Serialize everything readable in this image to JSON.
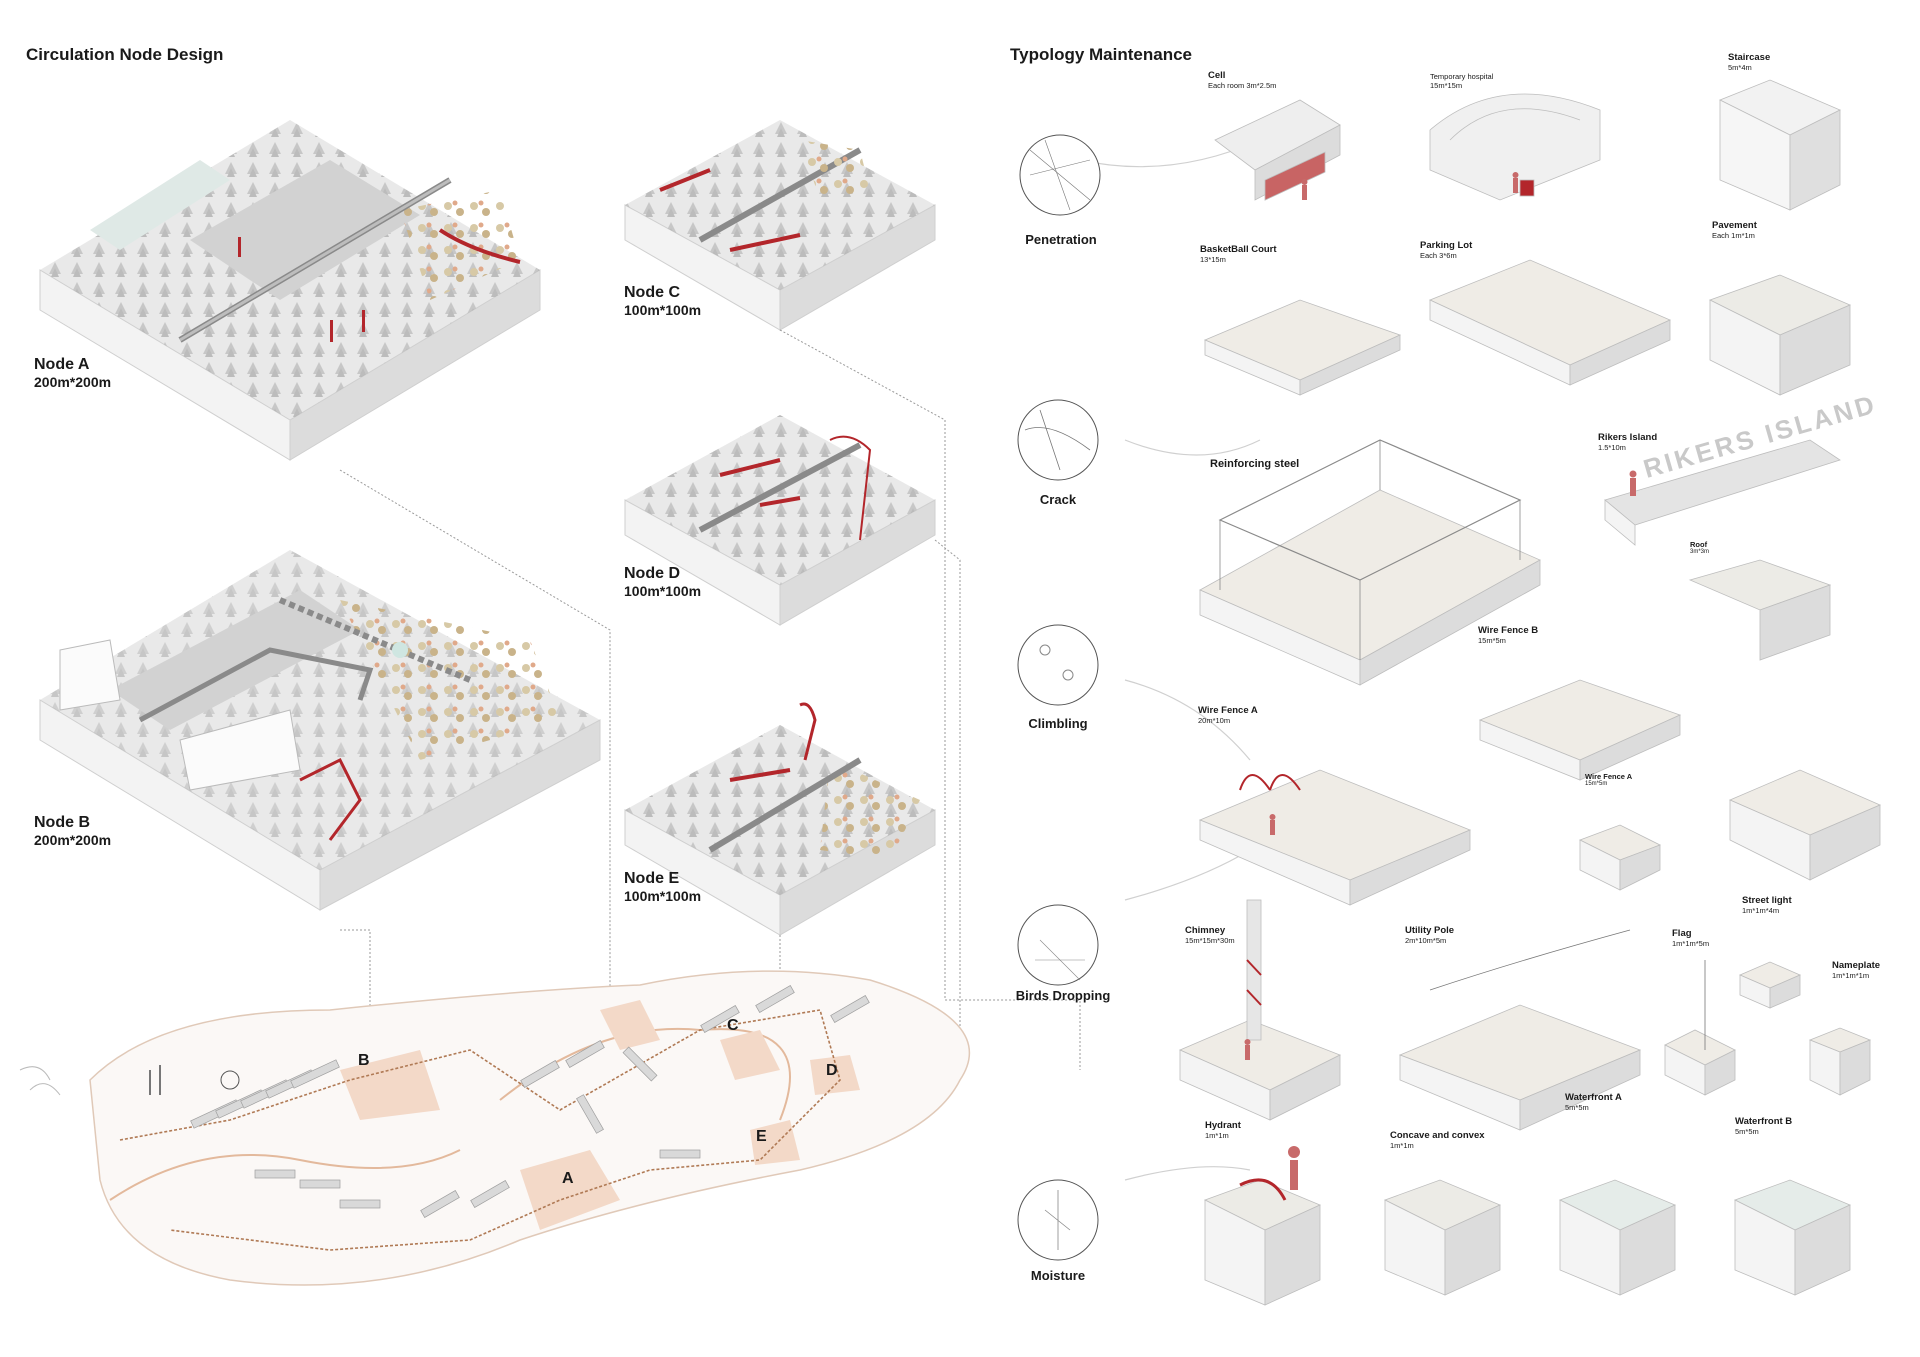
{
  "left": {
    "title": "Circulation Node Design",
    "nodes": [
      {
        "name": "Node A",
        "size": "200m*200m"
      },
      {
        "name": "Node B",
        "size": "200m*200m"
      },
      {
        "name": "Node C",
        "size": "100m*100m"
      },
      {
        "name": "Node D",
        "size": "100m*100m"
      },
      {
        "name": "Node E",
        "size": "100m*100m"
      }
    ],
    "map_letters": [
      "A",
      "B",
      "C",
      "D",
      "E"
    ]
  },
  "right": {
    "title": "Typology Maintenance",
    "categories": [
      "Penetration",
      "Crack",
      "Climbling",
      "Birds Dropping",
      "Moisture"
    ],
    "items": [
      {
        "label": "Cell",
        "size": "Each room 3m*2.5m"
      },
      {
        "label": "Temporary hospital",
        "size": "15m*15m"
      },
      {
        "label": "Staircase",
        "size": "5m*4m"
      },
      {
        "label": "BasketBall Court",
        "size": "13*15m"
      },
      {
        "label": "Parking Lot",
        "size": "Each 3*6m"
      },
      {
        "label": "Pavement",
        "size": "Each 1m*1m"
      },
      {
        "label": "Reinforcing steel",
        "size": ""
      },
      {
        "label": "Rikers Island",
        "size": "1.5*10m"
      },
      {
        "label": "Roof",
        "size": "3m*3m"
      },
      {
        "label": "Wire Fence B",
        "size": "15m*5m"
      },
      {
        "label": "Wire Fence A",
        "size": "20m*10m"
      },
      {
        "label": "Wire Fence A",
        "size": "15m*5m"
      },
      {
        "label": "Chimney",
        "size": "15m*15m*30m"
      },
      {
        "label": "Utility Pole",
        "size": "2m*10m*5m"
      },
      {
        "label": "Flag",
        "size": "1m*1m*5m"
      },
      {
        "label": "Street light",
        "size": "1m*1m*4m"
      },
      {
        "label": "Nameplate",
        "size": "1m*1m*1m"
      },
      {
        "label": "Hydrant",
        "size": "1m*1m"
      },
      {
        "label": "Concave and convex",
        "size": "1m*1m"
      },
      {
        "label": "Waterfront A",
        "size": "5m*5m"
      },
      {
        "label": "Waterfront B",
        "size": "5m*5m"
      }
    ],
    "sign_text": "RIKERS ISLAND"
  },
  "colors": {
    "accent": "#b3262b",
    "block": "#e6e6e6",
    "ground": "#f0ece8",
    "map_tint": "#f3d9c8"
  }
}
